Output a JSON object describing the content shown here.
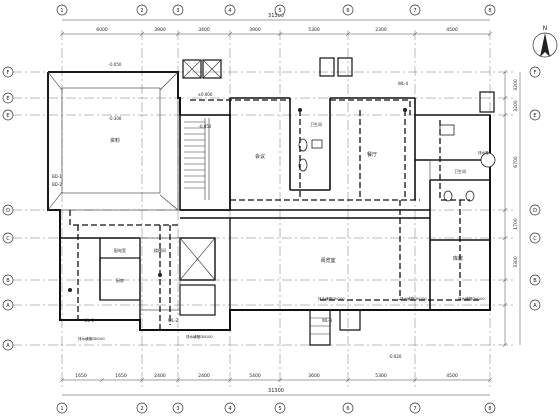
{
  "grid": {
    "top": [
      "1",
      "2",
      "3",
      "4",
      "5",
      "6",
      "7",
      "8"
    ],
    "bottom": [
      "1",
      "2",
      "3",
      "4",
      "5",
      "6",
      "7",
      "8"
    ],
    "left": [
      "F",
      "E",
      "E",
      "D",
      "C",
      "B",
      "A",
      "A"
    ],
    "right": [
      "F",
      "E",
      "D",
      "C",
      "B",
      "A"
    ]
  },
  "dimensions": {
    "top_total": "31300",
    "top_segments": [
      "6000",
      "3900",
      "3400",
      "3900",
      "5300",
      "2300",
      "4500"
    ],
    "bottom_total": "31300",
    "bottom_segments": [
      "1650",
      "1650",
      "2400",
      "2400",
      "5400",
      "3600",
      "5300",
      "4500"
    ],
    "right_segments": [
      "3200",
      "3200",
      "6700",
      "1700",
      "3300"
    ]
  },
  "rooms": {
    "room_upper_left": "资料",
    "room_middle": "会议",
    "room_right_upper": "餐厅",
    "room_washroom": "卫生间",
    "room_large_center": "阅览室",
    "room_right_lower": "库房",
    "room_small_left": "配电室",
    "room_left_lower": "楼梯间",
    "room_small_kitchen": "厨房",
    "room_toilet_right": "卫生间"
  },
  "level_marks": {
    "roof": "-0.050",
    "stair": "-0.050",
    "floor_main": "±0.000",
    "floor_low": "-0.300",
    "entry": "-0.020"
  },
  "annotations": {
    "valve_left": "BD-1",
    "valve_left_2": "BD-2",
    "pipe_tag_1": "WL-1",
    "pipe_tag_2": "WL-2",
    "pipe_tag_3": "WL-3",
    "pipe_tag_4": "WL-4",
    "tag_right": "排水管",
    "fixture_note_1": "排水横管DN100",
    "fixture_note_2": "排水横管DN100",
    "fixture_note_3": "排水横管DN100",
    "fixture_note_4": "排水横管DN100",
    "fixture_note_5": "排水横管DN100"
  },
  "north": {
    "label": "N"
  }
}
